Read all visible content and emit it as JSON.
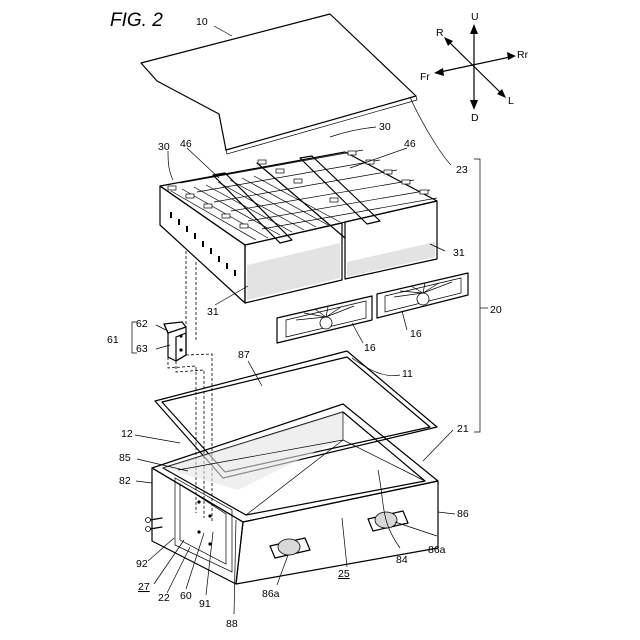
{
  "figure_title": "FIG. 2",
  "directions": {
    "up": "U",
    "down": "D",
    "rear": "R",
    "front": "Fr",
    "right": "Rr",
    "left": "L"
  },
  "labels": {
    "n10": "10",
    "n30a": "30",
    "n30b": "30",
    "n46a": "46",
    "n46b": "46",
    "n23": "23",
    "n31a": "31",
    "n31b": "31",
    "n20": "20",
    "n16a": "16",
    "n16b": "16",
    "n61": "61",
    "n62": "62",
    "n63": "63",
    "n87": "87",
    "n11": "11",
    "n12": "12",
    "n21": "21",
    "n85": "85",
    "n82": "82",
    "n86": "86",
    "n86a_right": "86a",
    "n84": "84",
    "n25": "25",
    "n92": "92",
    "n27": "27",
    "n22": "22",
    "n60": "60",
    "n91": "91",
    "n86a_bottom": "86a",
    "n88": "88"
  }
}
